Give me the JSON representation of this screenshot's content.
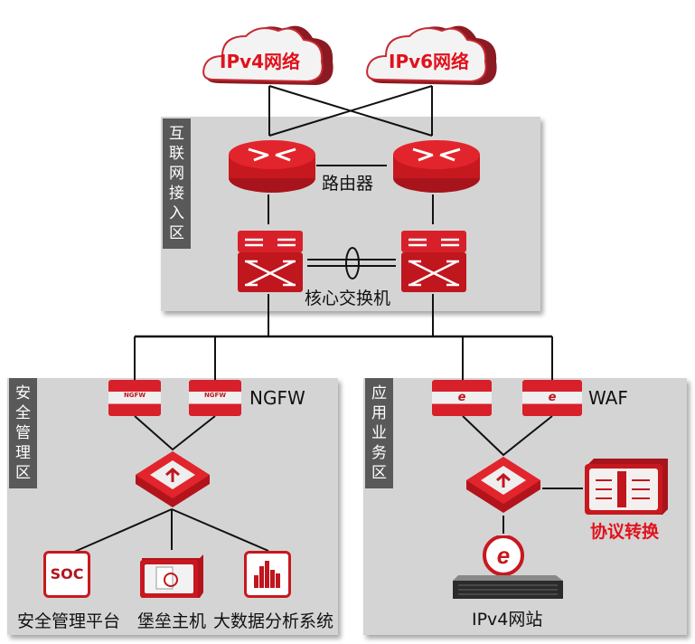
{
  "clouds": [
    {
      "label": "IPv4网络"
    },
    {
      "label": "IPv6网络"
    }
  ],
  "zones": {
    "internet_access": {
      "label": "互联网接入区",
      "chars": [
        "互",
        "联",
        "网",
        "接",
        "入",
        "区"
      ]
    },
    "security_mgmt": {
      "label": "安全管理区",
      "chars": [
        "安",
        "全",
        "管",
        "理",
        "区"
      ]
    },
    "app_business": {
      "label": "应用业务区",
      "chars": [
        "应",
        "用",
        "业",
        "务",
        "区"
      ]
    }
  },
  "devices": {
    "router_label": "路由器",
    "core_switch_label": "核心交换机",
    "ngfw_label": "NGFW",
    "ngfw_badge": "NGFW",
    "waf_label": "WAF",
    "soc_badge": "SOC",
    "soc_label": "安全管理平台",
    "bastion_label": "堡垒主机",
    "bigdata_label": "大数据分析系统",
    "protocol_label": "协议转换",
    "website_label": "IPv4网站"
  },
  "colors": {
    "accent_red": "#d8202a",
    "zone_bg": "#d5d4d4",
    "zone_label_bg": "#595959"
  }
}
